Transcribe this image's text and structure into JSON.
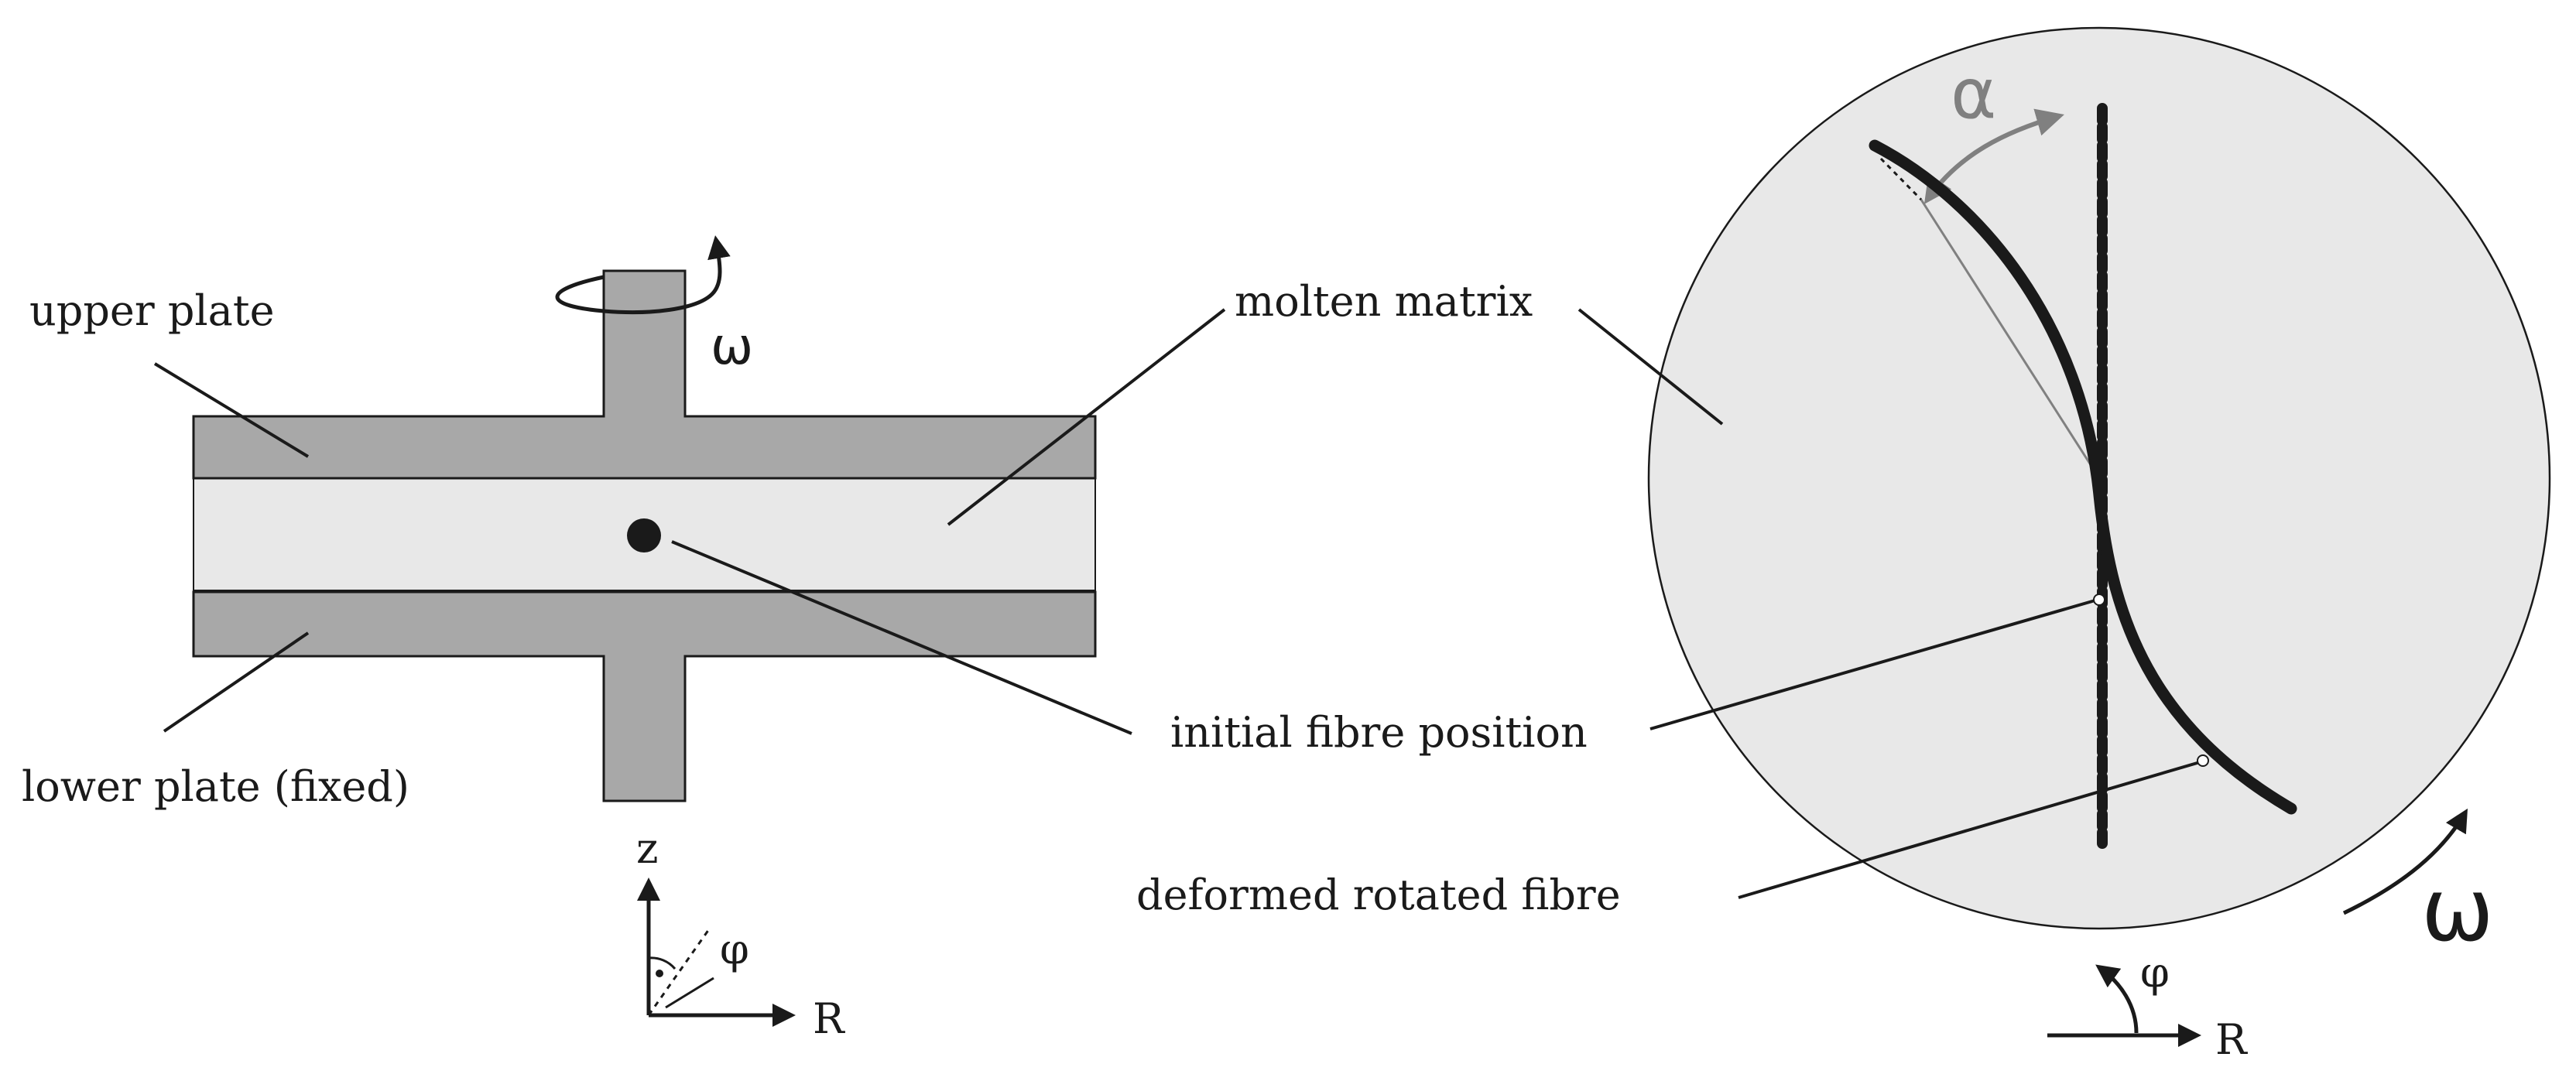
{
  "labels": {
    "upper_plate": "upper plate",
    "lower_plate": "lower plate (fixed)",
    "molten_matrix": "molten matrix",
    "initial_fibre": "initial fibre position",
    "deformed_fibre": "deformed rotated fibre"
  },
  "symbols": {
    "omega_left": "ω",
    "omega_right": "ω",
    "alpha": "α",
    "axis_z": "z",
    "axis_R_left": "R",
    "axis_R_right": "R",
    "phi_left": "φ",
    "phi_right": "φ"
  },
  "colors": {
    "plate": "#a8a8a8",
    "matrix": "#e8e8e8",
    "stroke": "#1a1a1a",
    "alpha_marker": "#808080"
  }
}
